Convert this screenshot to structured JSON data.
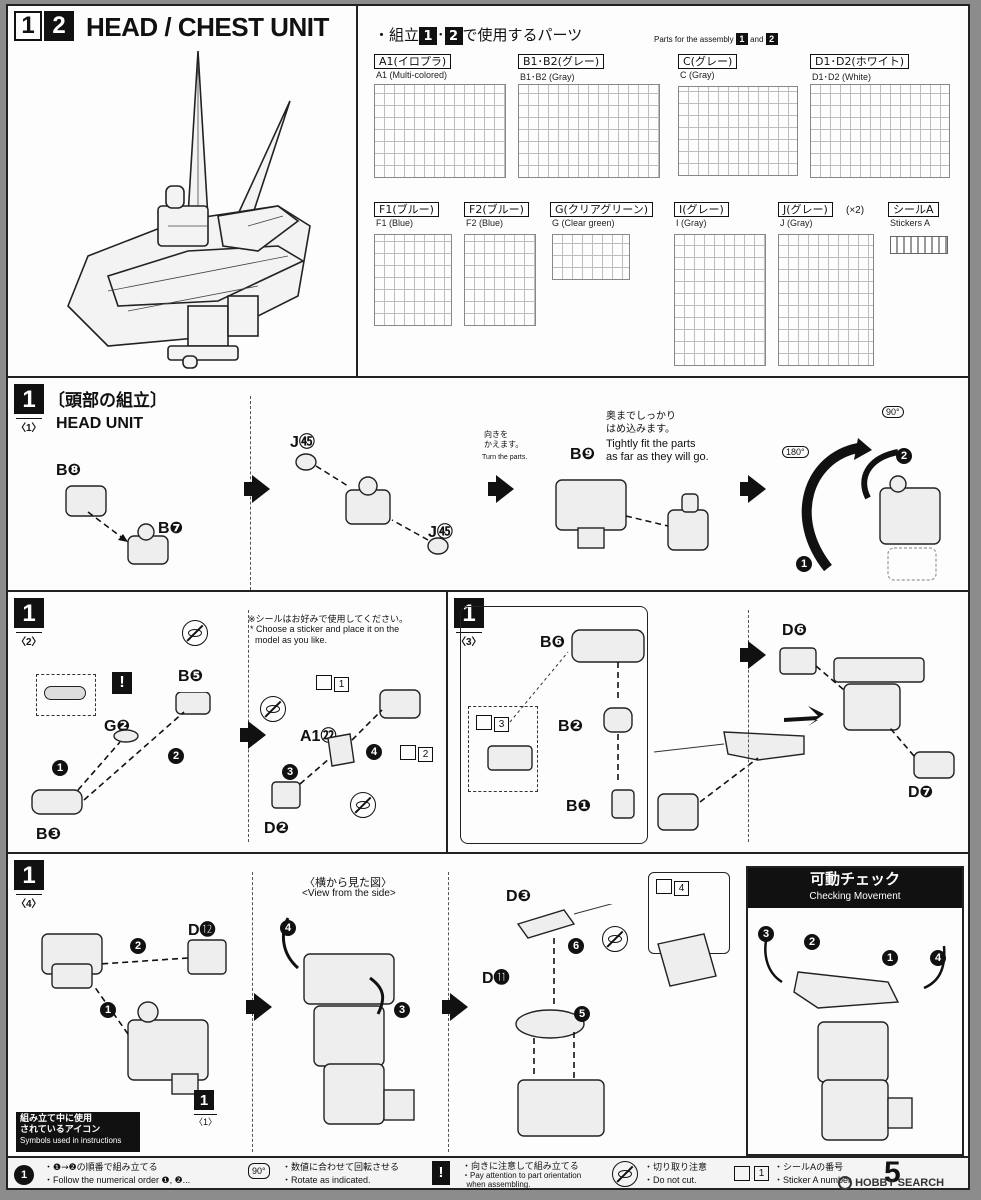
{
  "header": {
    "step_numbers": [
      "1",
      "2"
    ],
    "title": "HEAD / CHEST UNIT"
  },
  "parts_section": {
    "title_jp_prefix": "・組立",
    "title_jp_suffix": "で使用するパーツ",
    "title_en": "Parts for the assembly",
    "title_en_nums": [
      "1",
      "2"
    ],
    "title_en_and": "and",
    "runners": [
      {
        "jp": "A1(イロプラ)",
        "en": "A1 (Multi-colored)"
      },
      {
        "jp": "B1･B2(グレー)",
        "en": "B1･B2 (Gray)"
      },
      {
        "jp": "C(グレー)",
        "en": "C (Gray)"
      },
      {
        "jp": "D1･D2(ホワイト)",
        "en": "D1･D2 (White)"
      },
      {
        "jp": "F1(ブルー)",
        "en": "F1 (Blue)"
      },
      {
        "jp": "F2(ブルー)",
        "en": "F2 (Blue)"
      },
      {
        "jp": "G(クリアグリーン)",
        "en": "G (Clear green)"
      },
      {
        "jp": "I(グレー)",
        "en": "I (Gray)"
      },
      {
        "jp": "J(グレー)",
        "en": "J (Gray)"
      },
      {
        "jp": "シールA",
        "en": "Stickers A"
      }
    ],
    "j_multiplier": "(×2)"
  },
  "step1_1": {
    "num": "1",
    "jp_title": "〔頭部の組立〕",
    "sub": "〈1〉",
    "en_title": "HEAD UNIT",
    "labels": {
      "b8": "B❽",
      "b7": "B❼",
      "j55a": "J㊺",
      "j55b": "J㊺",
      "b9": "B❾"
    },
    "turn_jp": "向きを\nかえます。",
    "turn_en": "Turn the parts.",
    "fit_jp": "奥までしっかり\nはめ込みます。",
    "fit_en": "Tightly fit the parts\nas far as they will go.",
    "rot90": "90°",
    "rot180": "180°",
    "order": [
      "1",
      "2"
    ]
  },
  "step1_2": {
    "num": "1",
    "sub": "〈2〉",
    "labels": {
      "b5": "B❺",
      "g2": "G❷",
      "b3": "B❸",
      "a122": "A1㉒",
      "d2": "D❷"
    },
    "note_jp": "※シールはお好みで使用してください。",
    "note_en": "* Choose a sticker and place it on the\n  model as you like.",
    "stickers": [
      "1",
      "2"
    ],
    "order": [
      "1",
      "2",
      "3",
      "4"
    ],
    "attention": "!"
  },
  "step1_3": {
    "num": "1",
    "sub": "〈3〉",
    "labels": {
      "b6": "B❻",
      "b2": "B❷",
      "b1": "B❶",
      "d6": "D❻",
      "d7": "D❼"
    },
    "sticker": "3"
  },
  "step1_4": {
    "num": "1",
    "sub": "〈4〉",
    "labels": {
      "d12": "D⓬",
      "d3": "D❸",
      "d11": "D⓫"
    },
    "side_jp": "〈横から見た図〉",
    "side_en": "<View from the side>",
    "ref_num": "1",
    "ref_sub": "〈1〉",
    "sticker": "4",
    "order": [
      "1",
      "2",
      "3",
      "4",
      "5",
      "6"
    ],
    "symbols_jp": "組み立て中に使用\nされているアイコン",
    "symbols_en": "Symbols used in instructions",
    "check_jp": "可動チェック",
    "check_en": "Checking Movement"
  },
  "legend": [
    {
      "jp": "・❶→❷の順番で組み立てる",
      "en": "・Follow the numerical order ❶, ❷..."
    },
    {
      "jp": "・数値に合わせて回転させる",
      "en": "・Rotate as indicated.",
      "icon": "90°"
    },
    {
      "jp": "・向きに注意して組み立てる",
      "en": "・Pay attention to part orientation\n  when assembling.",
      "icon": "!"
    },
    {
      "jp": "・切り取り注意",
      "en": "・Do not cut."
    },
    {
      "jp": "・シールAの番号",
      "en": "・Sticker A number",
      "icon": "1"
    }
  ],
  "page_number": "5",
  "watermark": "HOBBY SEARCH"
}
